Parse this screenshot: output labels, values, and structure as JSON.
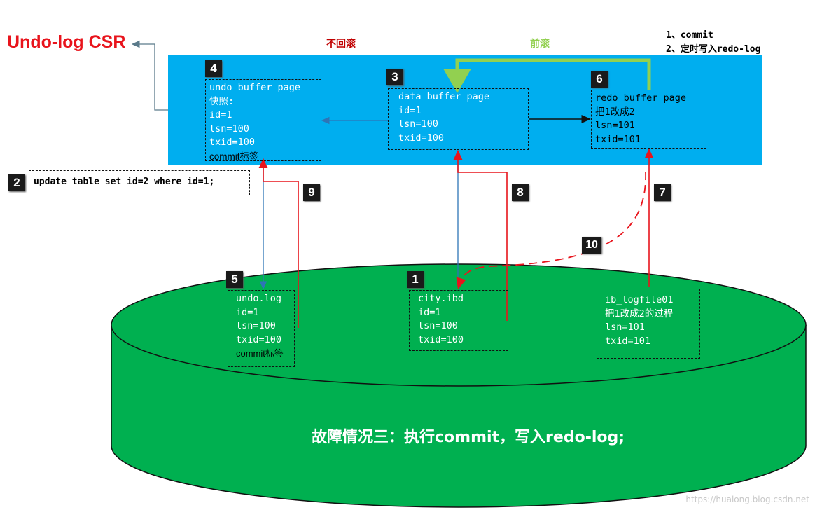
{
  "title": "Undo-log CSR",
  "top_labels": {
    "no_rollback": "不回滚",
    "roll_forward": "前滚"
  },
  "notes": {
    "line1": "1、commit",
    "line2": "2、定时写入redo-log"
  },
  "sql": "update table set id=2 where id=1;",
  "buffers": {
    "undo": [
      "undo buffer page",
      "快照:",
      "id=1",
      "lsn=100",
      "txid=100",
      "commit标签"
    ],
    "data": [
      "data buffer page",
      "id=1",
      "lsn=100",
      "txid=100"
    ],
    "redo": [
      "redo buffer page",
      "把1改成2",
      "lsn=101",
      "txid=101"
    ]
  },
  "disk": {
    "undo": [
      "undo.log",
      "id=1",
      "lsn=100",
      "txid=100",
      "commit标签"
    ],
    "city": [
      "city.ibd",
      "id=1",
      "lsn=100",
      "txid=100"
    ],
    "ib": [
      "ib_logfile01",
      "把1改成2的过程",
      "lsn=101",
      "txid=101"
    ]
  },
  "badges": {
    "b1": "1",
    "b2": "2",
    "b3": "3",
    "b4": "4",
    "b5": "5",
    "b6": "6",
    "b7": "7",
    "b8": "8",
    "b9": "9",
    "b10": "10"
  },
  "db_caption": "故障情况三：执行commit，写入redo-log;",
  "watermark": "https://hualong.blog.csdn.net",
  "colors": {
    "title_red": "#e8141c",
    "panel_blue": "#00aeef",
    "cylinder_green": "#00b050",
    "arrow_red": "#e8141c",
    "arrow_green": "#92d050",
    "arrow_blue": "#2e75b6",
    "no_rollback_label": "#c00000",
    "roll_forward_label": "#92d050"
  }
}
